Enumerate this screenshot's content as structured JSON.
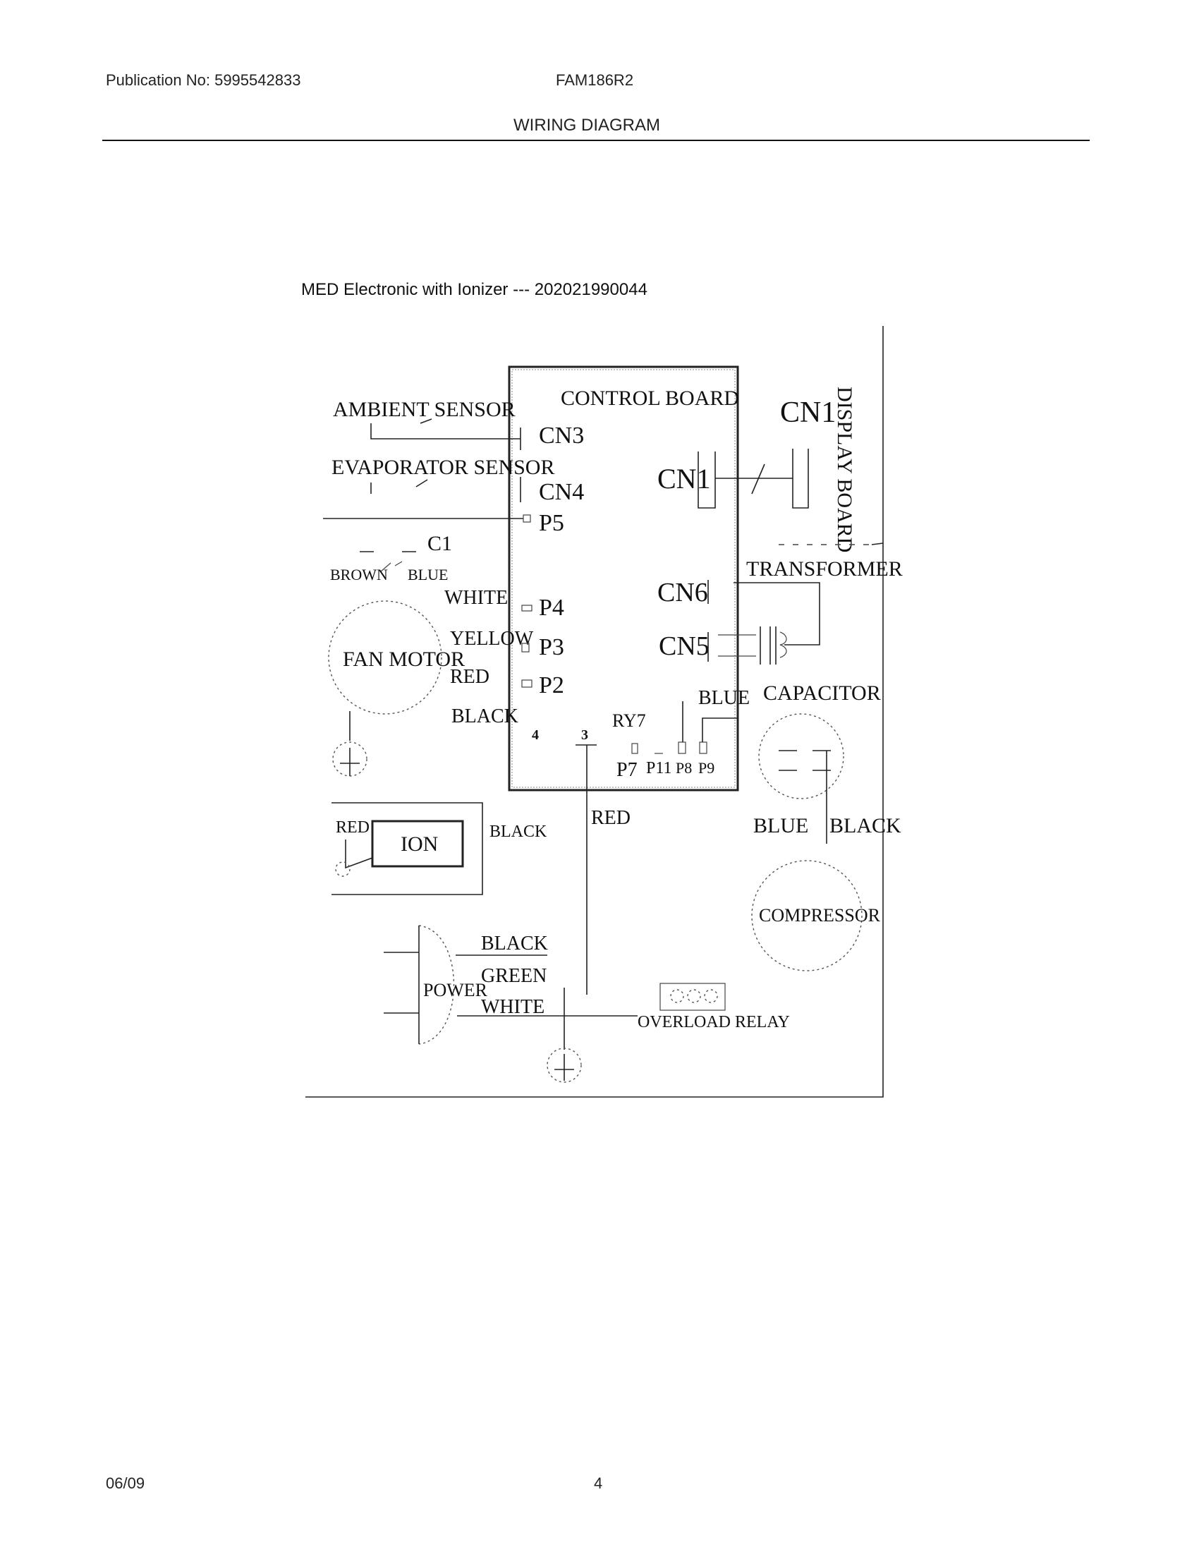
{
  "header": {
    "publication": "Publication No: 5995542833",
    "model": "FAM186R2",
    "title": "WIRING DIAGRAM"
  },
  "subtitle": "MED Electronic with Ionizer --- 202021990044",
  "diagram": {
    "control_board": "CONTROL BOARD",
    "display_board": "DISPLAY BOARD",
    "connectors": {
      "cn3": "CN3",
      "cn4": "CN4",
      "p5": "P5",
      "cn1": "CN1",
      "cn1_display": "CN1",
      "cn6": "CN6",
      "cn5": "CN5",
      "p4": "P4",
      "p3": "P3",
      "p2": "P2",
      "ry7": "RY7",
      "pin4": "4",
      "pin3": "3",
      "p7": "P7",
      "p11": "P11",
      "p8": "P8",
      "p9": "P9"
    },
    "components": {
      "ambient_sensor": "AMBIENT SENSOR",
      "evaporator_sensor": "EVAPORATOR SENSOR",
      "c1": "C1",
      "fan_motor": "FAN MOTOR",
      "transformer": "TRANSFORMER",
      "capacitor": "CAPACITOR",
      "ion": "ION",
      "compressor": "COMPRESSOR",
      "power": "POWER",
      "overload_relay": "OVERLOAD RELAY"
    },
    "wires": {
      "brown": "BROWN",
      "blue_c1": "BLUE",
      "white": "WHITE",
      "yellow": "YELLOW",
      "red": "RED",
      "black": "BLACK",
      "blue_p9": "BLUE",
      "red_ion": "RED",
      "black_ion": "BLACK",
      "red_relay": "RED",
      "blue_comp": "BLUE",
      "black_comp": "BLACK",
      "black_power": "BLACK",
      "green_power": "GREEN",
      "white_power": "WHITE"
    }
  },
  "footer": {
    "date": "06/09",
    "page": "4"
  }
}
